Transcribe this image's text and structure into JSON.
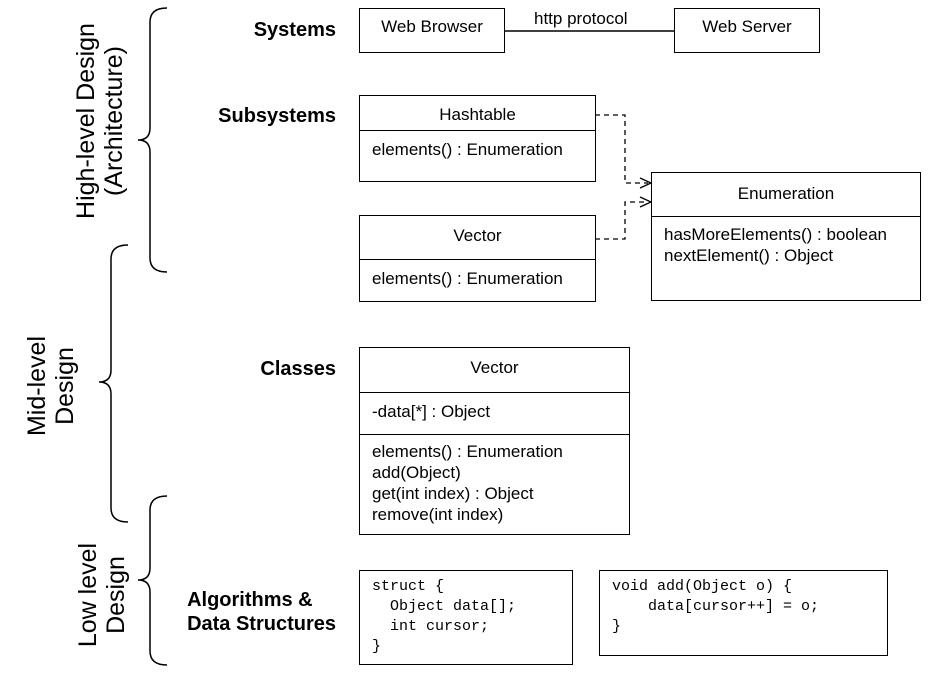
{
  "levels": {
    "high_line1": "High-level Design",
    "high_line2": "(Architecture)",
    "mid_line1": "Mid-level",
    "mid_line2": "Design",
    "low_line1": "Low level",
    "low_line2": "Design"
  },
  "rows": {
    "systems": "Systems",
    "subsystems": "Subsystems",
    "classes": "Classes",
    "algorithms_line1": "Algorithms &",
    "algorithms_line2": "Data Structures"
  },
  "systems": {
    "browser": "Web Browser",
    "server": "Web Server",
    "link_label": "http protocol"
  },
  "subsystems": {
    "hashtable": {
      "name": "Hashtable",
      "op": "elements() : Enumeration"
    },
    "vector": {
      "name": "Vector",
      "op": "elements() : Enumeration"
    },
    "enumeration": {
      "name": "Enumeration",
      "op1": "hasMoreElements() : boolean",
      "op2": "nextElement() : Object"
    }
  },
  "class_vector": {
    "name": "Vector",
    "attr": "-data[*] : Object",
    "op1": "elements() : Enumeration",
    "op2": "add(Object)",
    "op3": "get(int index) : Object",
    "op4": "remove(int index)"
  },
  "code": {
    "struct": "struct {\n  Object data[];\n  int cursor;\n}",
    "method": "void add(Object o) {\n    data[cursor++] = o;\n}"
  }
}
